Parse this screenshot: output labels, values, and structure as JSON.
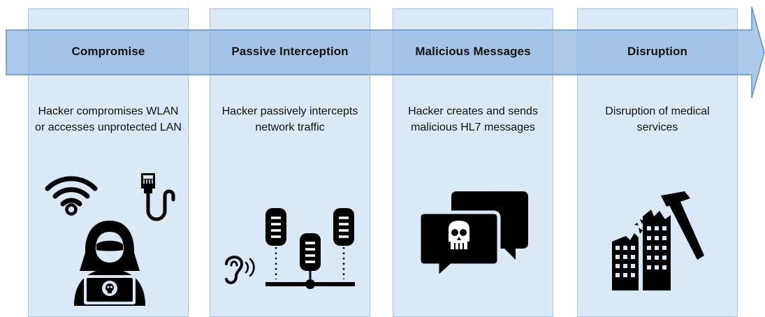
{
  "colors": {
    "panel_fill": "#dbe8f5",
    "panel_border": "#a9c3df",
    "arrow_fill": "#a7c6e8",
    "arrow_border": "#5e8fc6",
    "icon_color": "#000000"
  },
  "stages": [
    {
      "title": "Compromise",
      "description": "Hacker compromises WLAN or accesses unprotected LAN",
      "icons": [
        "wifi-icon",
        "ethernet-cable-icon",
        "hooded-hacker-icon"
      ]
    },
    {
      "title": "Passive Interception",
      "description": "Hacker passively intercepts network traffic",
      "icons": [
        "ear-listening-icon",
        "network-servers-icon"
      ]
    },
    {
      "title": "Malicious Messages",
      "description": "Hacker creates and sends malicious HL7 messages",
      "icons": [
        "skull-chat-bubbles-icon"
      ]
    },
    {
      "title": "Disruption",
      "description": "Disruption of medical services",
      "icons": [
        "hammer-broken-building-icon"
      ]
    }
  ]
}
